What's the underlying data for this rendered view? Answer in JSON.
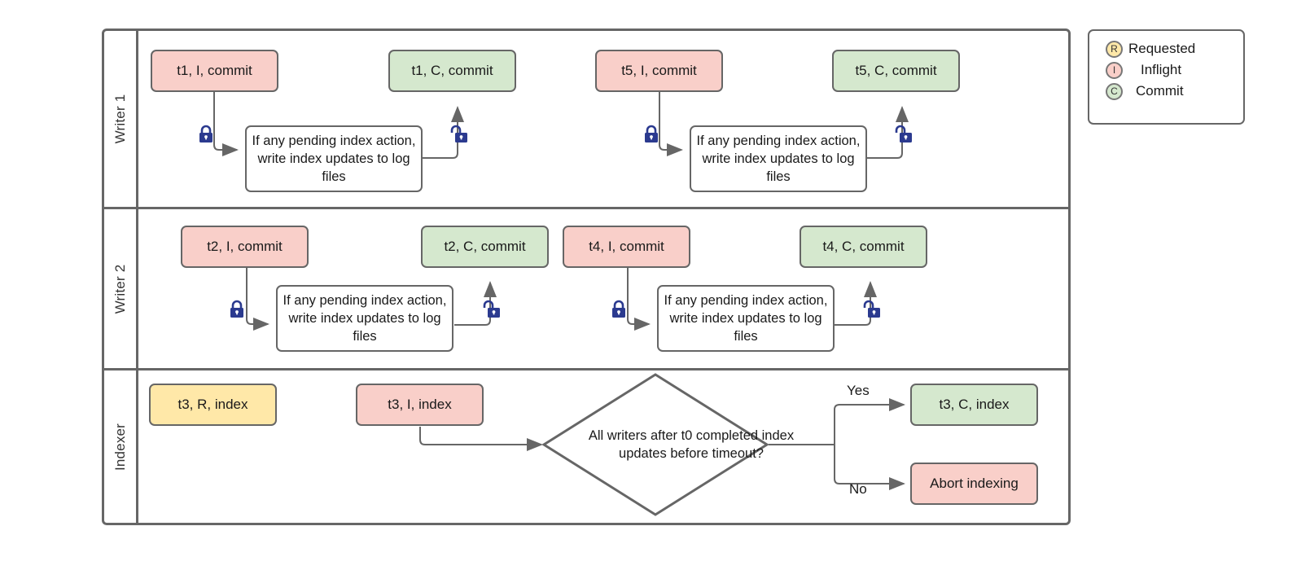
{
  "lanes": [
    {
      "label": "Writer 1"
    },
    {
      "label": "Writer 2"
    },
    {
      "label": "Indexer"
    }
  ],
  "process_text": "If any pending index action, write index updates to log files",
  "writer1": {
    "n1": "t1, I, commit",
    "n2": "t1, C, commit",
    "n3": "t5, I, commit",
    "n4": "t5, C, commit",
    "p1": "If any pending index action, write index updates to log files",
    "p2": "If any pending index action, write index updates to log files"
  },
  "writer2": {
    "n1": "t2, I, commit",
    "n2": "t2, C, commit",
    "n3": "t4, I, commit",
    "n4": "t4, C, commit",
    "p1": "If any pending index action, write index updates to log files",
    "p2": "If any pending index action, write index updates to log files"
  },
  "indexer": {
    "n1": "t3, R, index",
    "n2": "t3, I, index",
    "decision": "All writers after t0 completed index updates before timeout?",
    "yes_label": "Yes",
    "no_label": "No",
    "yes_target": "t3, C, index",
    "no_target": "Abort indexing"
  },
  "legend": {
    "title": "",
    "items": [
      {
        "key": "R",
        "label": "Requested"
      },
      {
        "key": "I",
        "label": "Inflight"
      },
      {
        "key": "C",
        "label": "Commit"
      }
    ]
  },
  "icons": {
    "locked": "lock-closed-icon",
    "unlocked": "lock-open-icon"
  },
  "colors": {
    "inflight": "#f9cfc9",
    "commit": "#d5e8ce",
    "requested": "#ffe8a8",
    "stroke": "#666666",
    "lock": "#2b3a8f",
    "text": "#1a1a1a"
  }
}
